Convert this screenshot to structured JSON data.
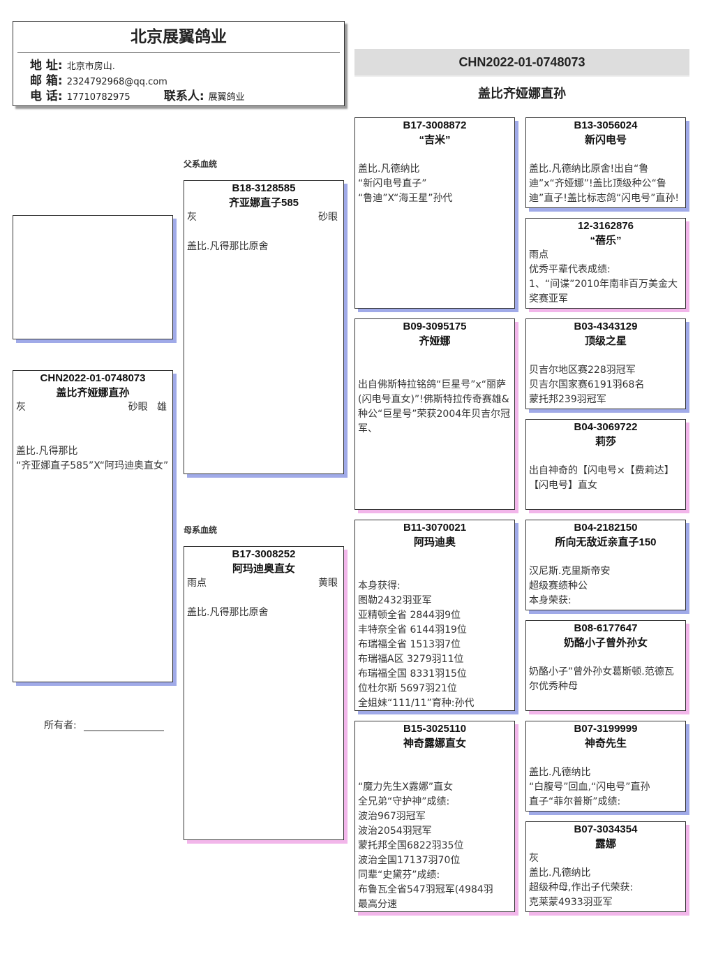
{
  "header": {
    "company": "北京展翼鸽业",
    "address_label": "地 址:",
    "address": "北京市房山.",
    "email_label": "邮 箱:",
    "email": "2324792968@qq.com",
    "phone_label": "电 话:",
    "phone": "17710782975",
    "contact_label": "联系人:",
    "contact": "展翼鸽业"
  },
  "top": {
    "ring": "CHN2022-01-0748073",
    "name": "盖比齐娅娜直孙"
  },
  "labels": {
    "sire_line": "父系血统",
    "dam_line": "母系血统",
    "owner": "所有者:"
  },
  "subject": {
    "ring": "CHN2022-01-0748073",
    "name": "盖比齐娅娜直孙",
    "color": "灰",
    "eye": "砂眼",
    "sex": "雄",
    "lines": [
      "盖比.凡得那比",
      "“齐亚娜直子585”X“阿玛迪奥直女”"
    ]
  },
  "sire": {
    "ring": "B18-3128585",
    "name": "齐亚娜直子585",
    "color": "灰",
    "eye": "砂眼",
    "lines": [
      "盖比.凡得那比原舍"
    ]
  },
  "dam": {
    "ring": "B17-3008252",
    "name": "阿玛迪奥直女",
    "color": "雨点",
    "eye": "黄眼",
    "lines": [
      "盖比.凡得那比原舍"
    ]
  },
  "grandparents": [
    {
      "ring": "B17-3008872",
      "name": "“吉米”",
      "lines": [
        "盖比.凡德纳比",
        "“新闪电号直子”",
        "“鲁迪”X“海王星”孙代"
      ]
    },
    {
      "ring": "B09-3095175",
      "name": "齐娅娜",
      "lines": [
        "出自佛斯特拉铭鸽“巨星号”x“丽萨(闪电号直女)”!佛斯特拉传奇赛雄&种公“巨星号”荣获2004年贝吉尔冠军、"
      ]
    },
    {
      "ring": "B11-3070021",
      "name": "阿玛迪奥",
      "lines": [
        "本身获得:",
        "图勒2432羽亚军",
        "亚精顿全省 2844羽9位",
        "丰特奈全省 6144羽19位",
        "布瑞福全省 1513羽7位",
        "布瑞福A区 3279羽11位",
        "布瑞福全国 8331羽15位",
        "位杜尔斯 5697羽21位",
        "全姐妹“111/11”育种:孙代"
      ]
    },
    {
      "ring": "B15-3025110",
      "name": "神奇露娜直女",
      "lines": [
        "“魔力先生X露娜”直女",
        "全兄弟“守护神”成绩:",
        "波治967羽冠军",
        "波治2054羽冠军",
        "蒙托邦全国6822羽35位",
        "波治全国17137羽70位",
        "同辈“史黛芬”成绩:",
        "布鲁瓦全省547羽冠军(4984羽",
        "最高分速"
      ]
    }
  ],
  "great_grandparents": [
    {
      "ring": "B13-3056024",
      "name": "新闪电号",
      "lines": [
        "盖比.凡德纳比原舍!出自“鲁迪”x“齐娅娜”!盖比顶级种公“鲁迪”直子!盖比标志鸽“闪电号”直孙!"
      ]
    },
    {
      "ring": "12-3162876",
      "name": "“蓓乐”",
      "lines": [
        "雨点",
        "优秀平辈代表成绩:",
        "1、“间谍”2010年南非百万美金大奖赛亚军"
      ]
    },
    {
      "ring": "B03-4343129",
      "name": "顶级之星",
      "lines": [
        "贝吉尔地区赛228羽冠军",
        "贝吉尔国家赛6191羽68名",
        "蒙托邦239羽冠军"
      ]
    },
    {
      "ring": "B04-3069722",
      "name": "莉莎",
      "lines": [
        "出自神奇的【闪电号×【费莉达】【闪电号】直女"
      ]
    },
    {
      "ring": "B04-2182150",
      "name": "所向无敌近亲直子150",
      "lines": [
        "汉尼斯.克里斯帝安",
        "超级赛绩种公",
        "本身荣获:"
      ]
    },
    {
      "ring": "B08-6177647",
      "name": "奶酪小子曾外孙女",
      "lines": [
        "奶酪小子”曾外孙女葛斯顿.范德瓦尔优秀种母"
      ]
    },
    {
      "ring": "B07-3199999",
      "name": "神奇先生",
      "lines": [
        "盖比.凡德纳比",
        "“白腹号”回血,“闪电号”直孙",
        "直子“菲尔普斯”成绩:"
      ]
    },
    {
      "ring": "B07-3034354",
      "name": "露娜",
      "lines": [
        "灰",
        "盖比.凡德纳比",
        "超级种母,作出子代荣获:",
        "克莱蒙4933羽亚军"
      ]
    }
  ]
}
